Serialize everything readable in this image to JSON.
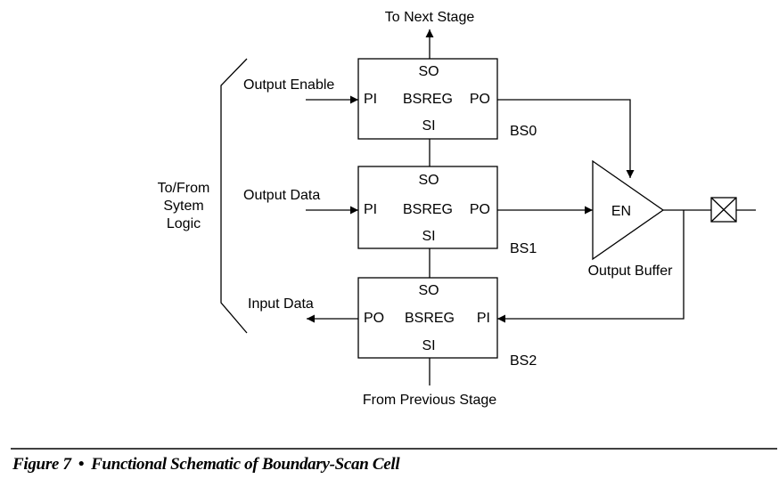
{
  "diagram": {
    "signals": {
      "to_next_stage": "To Next Stage",
      "from_previous_stage": "From Previous Stage",
      "output_enable": "Output Enable",
      "output_data": "Output Data",
      "input_data": "Input Data",
      "system_logic": [
        "To/From",
        "Sytem",
        "Logic"
      ]
    },
    "cells": [
      {
        "id": "BS0",
        "so": "SO",
        "pi": "PI",
        "core": "BSREG",
        "po": "PO",
        "si": "SI"
      },
      {
        "id": "BS1",
        "so": "SO",
        "pi": "PI",
        "core": "BSREG",
        "po": "PO",
        "si": "SI"
      },
      {
        "id": "BS2",
        "so": "SO",
        "pi": "PI",
        "core": "BSREG",
        "po": "PO",
        "si": "SI"
      }
    ],
    "buffer": {
      "label": "EN",
      "name": "Output Buffer"
    }
  },
  "caption": {
    "figure": "Figure 7",
    "separator": "•",
    "title": "Functional Schematic of Boundary-Scan Cell"
  }
}
